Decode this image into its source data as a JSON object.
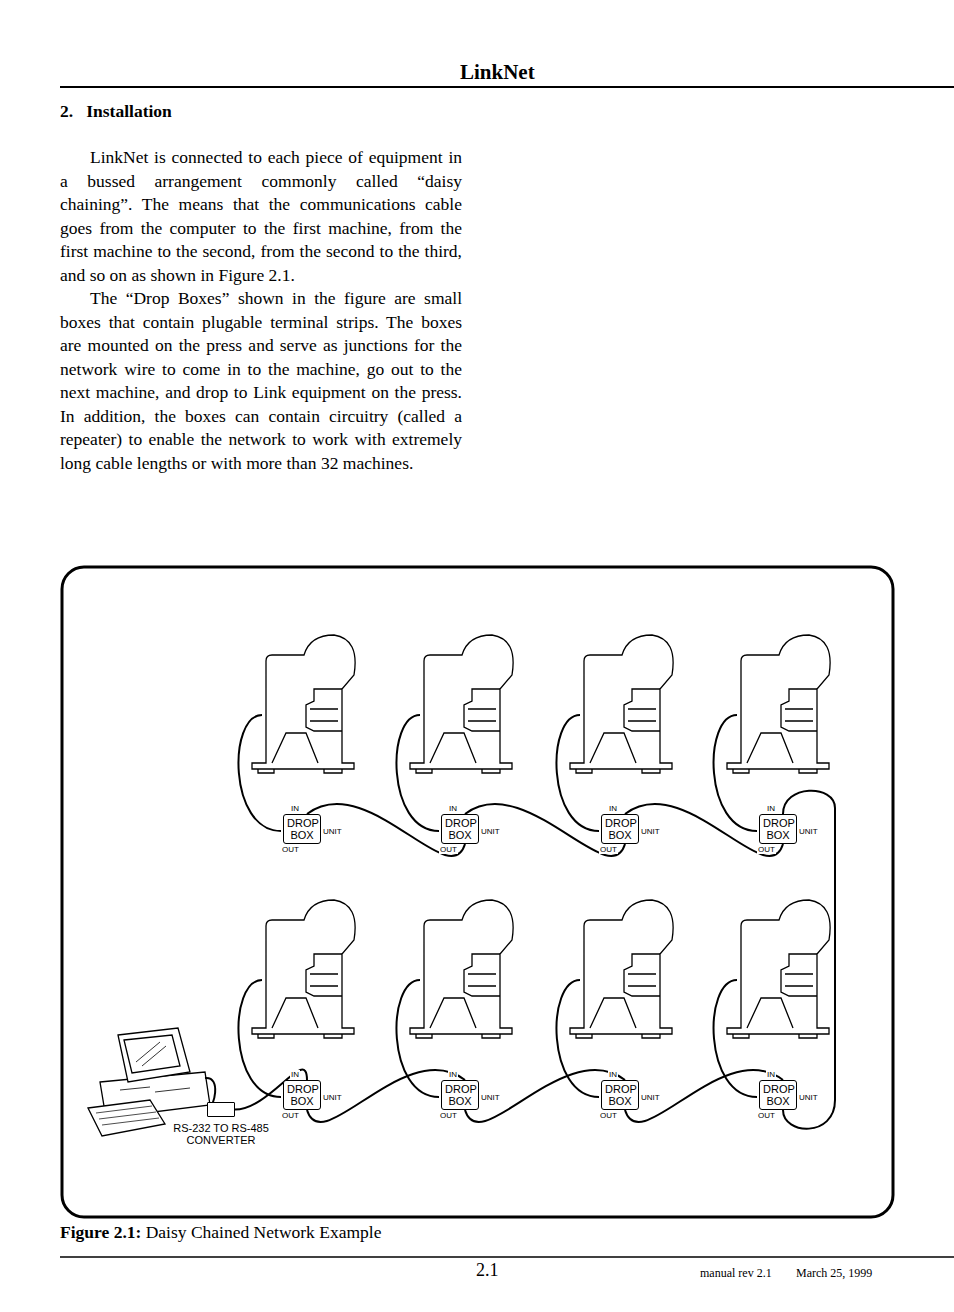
{
  "diagram": {
    "caption": "Figure 2.1: Daisy Chained Network Example",
    "nodes": [
      {
        "text": [
          "DROP BOX"
        ]
      },
      {
        "text": [
          "DROP BOX"
        ]
      },
      {
        "text": [
          "DROP BOX"
        ]
      },
      {
        "text": [
          "DROP BOX"
        ]
      },
      {
        "text": [
          "DROP BOX"
        ]
      },
      {
        "text": [
          "DROP BOX"
        ]
      },
      {
        "text": [
          "DROP BOX"
        ]
      },
      {
        "text": [
          "DROP BOX"
        ]
      },
      {
        "text": [
          "RS-232 TO RS-485 CONVERTER"
        ]
      }
    ],
    "edges": [
      {
        "from": 8,
        "to": 4,
        "arrow": "none"
      },
      {
        "from": 4,
        "to": 5,
        "arrow": "none"
      },
      {
        "from": 5,
        "to": 6,
        "arrow": "none"
      },
      {
        "from": 6,
        "to": 7,
        "arrow": "none"
      },
      {
        "from": 7,
        "to": 3,
        "arrow": "none"
      },
      {
        "from": 3,
        "to": 2,
        "arrow": "none"
      },
      {
        "from": 2,
        "to": 1,
        "arrow": "none"
      },
      {
        "from": 1,
        "to": 0,
        "arrow": "none"
      }
    ],
    "labels": [
      "LinkNet",
      "2.   Installation",
      "LinkNet is connected to each piece of equipment in a bussed arrangement commonly called “daisy chaining”.  The means that the communications cable goes from the computer to the first machine, from the first machine to the second, from the second to the third, and so on as shown in Figure 2.1.",
      "The “Drop Boxes” shown in the figure are small boxes that contain plugable terminal strips.  The boxes are mounted on the press and serve as junctions for the network wire to come in to the machine, go out to the next machine, and drop to Link equipment on the press.  In addition, the boxes can contain circuitry (called a repeater) to enable the network to work with extremely long cable lengths or with more than 32 machines.",
      "IN",
      "UNIT",
      "OUT",
      "IN",
      "UNIT",
      "OUT",
      "IN",
      "UNIT",
      "OUT",
      "IN",
      "UNIT",
      "OUT",
      "IN",
      "UNIT",
      "OUT",
      "IN",
      "UNIT",
      "OUT",
      "IN",
      "UNIT",
      "OUT",
      "IN",
      "UNIT",
      "OUT",
      "2.1",
      "manual rev 2.1",
      "March 25, 1999"
    ]
  }
}
